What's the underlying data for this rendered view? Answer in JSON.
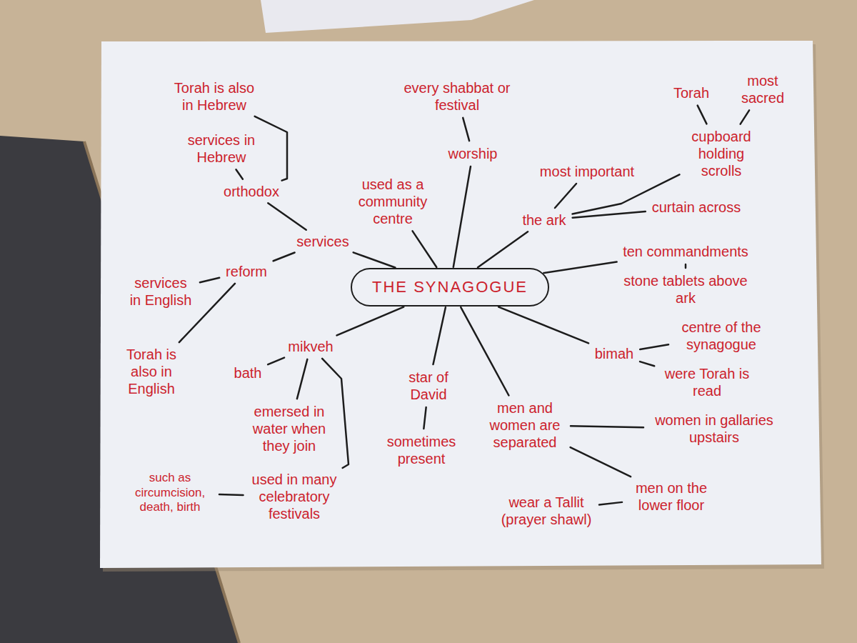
{
  "diagram": {
    "nodes": [
      {
        "text": [
          "THE SYNAGOGUE"
        ]
      },
      {
        "text": [
          "services"
        ]
      },
      {
        "text": [
          "orthodox"
        ]
      },
      {
        "text": [
          "services in Hebrew"
        ]
      },
      {
        "text": [
          "Torah is also in Hebrew"
        ]
      },
      {
        "text": [
          "reform"
        ]
      },
      {
        "text": [
          "services in English"
        ]
      },
      {
        "text": [
          "Torah is also in English"
        ]
      },
      {
        "text": [
          "used as a community centre"
        ]
      },
      {
        "text": [
          "worship"
        ]
      },
      {
        "text": [
          "every shabbat or festival"
        ]
      },
      {
        "text": [
          "the ark"
        ]
      },
      {
        "text": [
          "most important"
        ]
      },
      {
        "text": [
          "cupboard holding scrolls"
        ]
      },
      {
        "text": [
          "Torah"
        ]
      },
      {
        "text": [
          "most sacred"
        ]
      },
      {
        "text": [
          "curtain across"
        ]
      },
      {
        "text": [
          "ten commandments"
        ]
      },
      {
        "text": [
          "stone tablets above ark"
        ]
      },
      {
        "text": [
          "bimah"
        ]
      },
      {
        "text": [
          "centre of the synagogue"
        ]
      },
      {
        "text": [
          "were Torah is read"
        ]
      },
      {
        "text": [
          "men and women are separated"
        ]
      },
      {
        "text": [
          "women in gallaries upstairs"
        ]
      },
      {
        "text": [
          "men on the lower floor"
        ]
      },
      {
        "text": [
          "wear a Tallit (prayer shawl)"
        ]
      },
      {
        "text": [
          "star of David"
        ]
      },
      {
        "text": [
          "sometimes present"
        ]
      },
      {
        "text": [
          "mikveh"
        ]
      },
      {
        "text": [
          "bath"
        ]
      },
      {
        "text": [
          "emersed in water when they join"
        ]
      },
      {
        "text": [
          "used in many celebratory festivals"
        ]
      },
      {
        "text": [
          "such as circumcision, death, birth"
        ]
      }
    ],
    "edges": [
      {
        "from": 0,
        "to": 1,
        "arrow": "none"
      },
      {
        "from": 1,
        "to": 2,
        "arrow": "none"
      },
      {
        "from": 2,
        "to": 3,
        "arrow": "none"
      },
      {
        "from": 2,
        "to": 4,
        "arrow": "none"
      },
      {
        "from": 1,
        "to": 5,
        "arrow": "none"
      },
      {
        "from": 5,
        "to": 6,
        "arrow": "none"
      },
      {
        "from": 5,
        "to": 7,
        "arrow": "none"
      },
      {
        "from": 0,
        "to": 8,
        "arrow": "none"
      },
      {
        "from": 0,
        "to": 9,
        "arrow": "none"
      },
      {
        "from": 9,
        "to": 10,
        "arrow": "none"
      },
      {
        "from": 0,
        "to": 11,
        "arrow": "none"
      },
      {
        "from": 11,
        "to": 12,
        "arrow": "none"
      },
      {
        "from": 11,
        "to": 13,
        "arrow": "none"
      },
      {
        "from": 13,
        "to": 14,
        "arrow": "none"
      },
      {
        "from": 13,
        "to": 15,
        "arrow": "none"
      },
      {
        "from": 11,
        "to": 16,
        "arrow": "none"
      },
      {
        "from": 0,
        "to": 17,
        "arrow": "none"
      },
      {
        "from": 17,
        "to": 18,
        "arrow": "none"
      },
      {
        "from": 0,
        "to": 19,
        "arrow": "none"
      },
      {
        "from": 19,
        "to": 20,
        "arrow": "none"
      },
      {
        "from": 19,
        "to": 21,
        "arrow": "none"
      },
      {
        "from": 0,
        "to": 22,
        "arrow": "none"
      },
      {
        "from": 22,
        "to": 23,
        "arrow": "none"
      },
      {
        "from": 22,
        "to": 24,
        "arrow": "none"
      },
      {
        "from": 24,
        "to": 25,
        "arrow": "none"
      },
      {
        "from": 0,
        "to": 26,
        "arrow": "none"
      },
      {
        "from": 26,
        "to": 27,
        "arrow": "none"
      },
      {
        "from": 0,
        "to": 28,
        "arrow": "none"
      },
      {
        "from": 28,
        "to": 29,
        "arrow": "none"
      },
      {
        "from": 28,
        "to": 30,
        "arrow": "none"
      },
      {
        "from": 28,
        "to": 31,
        "arrow": "none"
      },
      {
        "from": 31,
        "to": 32,
        "arrow": "none"
      }
    ]
  }
}
